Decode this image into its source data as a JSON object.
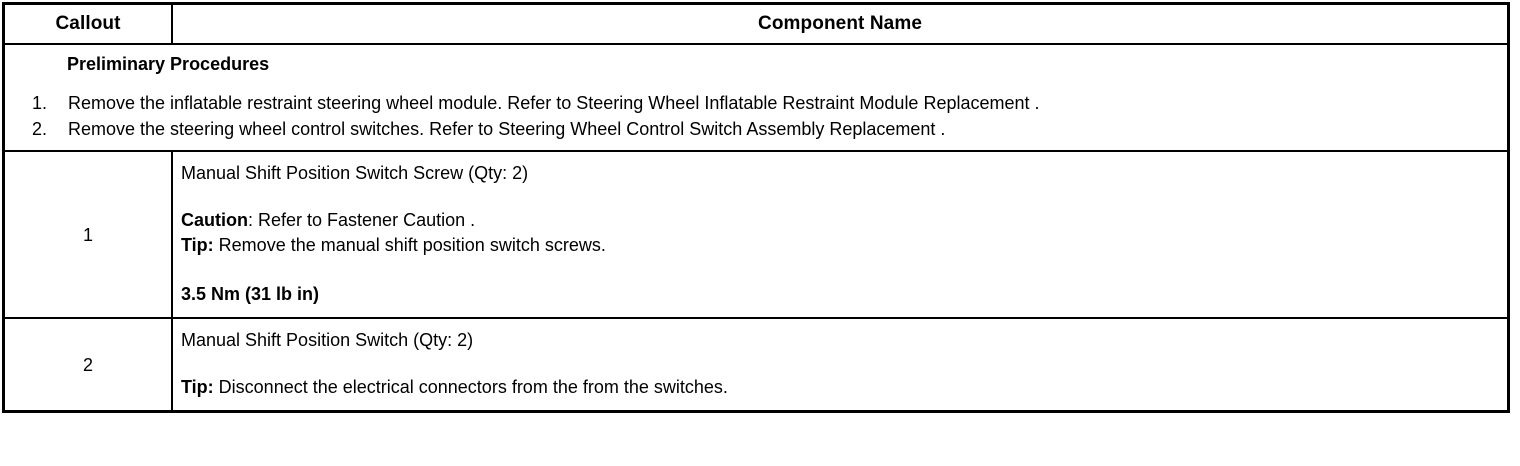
{
  "table": {
    "headers": {
      "callout": "Callout",
      "component_name": "Component Name"
    },
    "preliminary": {
      "title": "Preliminary Procedures",
      "steps": [
        {
          "number": "1.",
          "text": "Remove the inflatable restraint steering wheel module. Refer to Steering Wheel Inflatable Restraint Module Replacement ."
        },
        {
          "number": "2.",
          "text": "Remove the steering wheel control switches. Refer to Steering Wheel Control Switch Assembly Replacement ."
        }
      ]
    },
    "rows": [
      {
        "callout": "1",
        "name": "Manual Shift Position Switch Screw (Qty: 2)",
        "caution_label": "Caution",
        "caution_text": ": Refer to Fastener Caution .",
        "tip_label": "Tip:",
        "tip_text": " Remove the manual shift position switch screws.",
        "torque": "3.5 Nm (31 lb in)"
      },
      {
        "callout": "2",
        "name": "Manual Shift Position Switch (Qty: 2)",
        "tip_label": "Tip:",
        "tip_text": " Disconnect the electrical connectors from the from the switches."
      }
    ]
  }
}
